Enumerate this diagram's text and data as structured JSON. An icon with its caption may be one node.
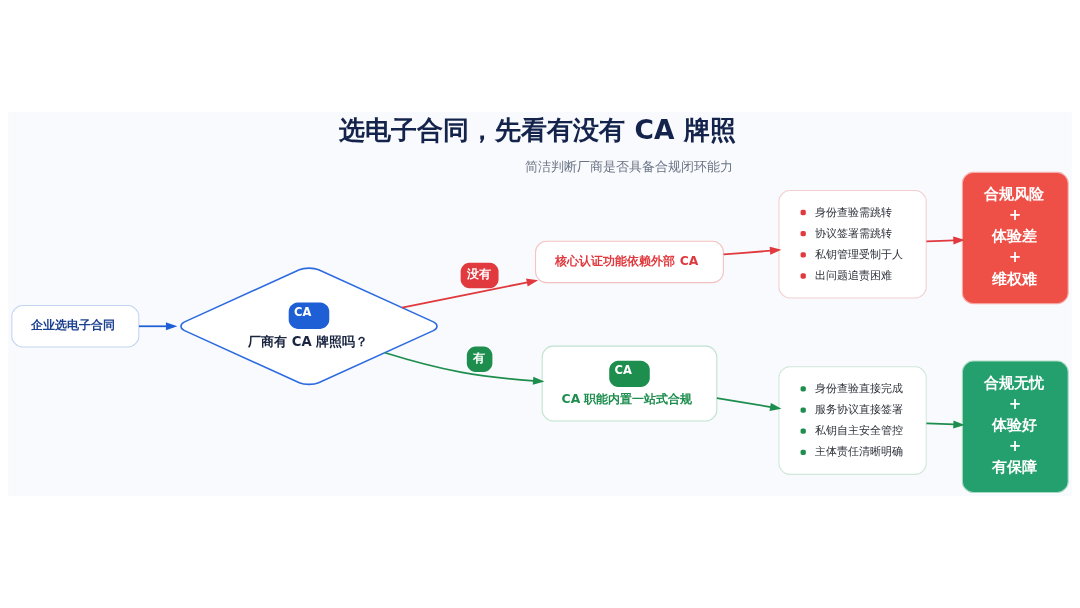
{
  "diagram": {
    "title": "选电子合同，先看有没有 CA 牌照",
    "nodes": [
      {
        "text": [
          "企业选电子合同"
        ]
      },
      {
        "text": [
          "CA",
          "厂商有 CA 牌照吗？"
        ]
      },
      {
        "text": [
          "核心认证功能依赖外部 CA"
        ]
      },
      {
        "text": [
          "身份查验需跳转",
          "协议签署需跳转",
          "私钥管理受制于人",
          "出问题追责困难"
        ]
      },
      {
        "text": [
          "合规风险",
          "+",
          "体验差",
          "+",
          "维权难"
        ]
      },
      {
        "text": [
          "CA",
          "CA 职能内置一站式合规"
        ]
      },
      {
        "text": [
          "身份查验直接完成",
          "服务协议直接签署",
          "私钥自主安全管控",
          "主体责任清晰明确"
        ]
      },
      {
        "text": [
          "合规无忧",
          "+",
          "体验好",
          "+",
          "有保障"
        ]
      }
    ],
    "edges": [
      {
        "from": 0,
        "to": 1,
        "arrow": "to",
        "color": "#1f5fd6"
      },
      {
        "from": 1,
        "to": 2,
        "arrow": "to",
        "label": "没有",
        "color": "#e0393e"
      },
      {
        "from": 2,
        "to": 3,
        "arrow": "to",
        "color": "#e0393e"
      },
      {
        "from": 3,
        "to": 4,
        "arrow": "to",
        "color": "#e0393e"
      },
      {
        "from": 1,
        "to": 5,
        "arrow": "to",
        "label": "有",
        "color": "#1e8e4e"
      },
      {
        "from": 5,
        "to": 6,
        "arrow": "to",
        "color": "#1e8e4e"
      },
      {
        "from": 6,
        "to": 7,
        "arrow": "to",
        "color": "#1e8e4e"
      }
    ],
    "labels": [
      "简洁判断厂商是否具备合规闭环能力"
    ]
  }
}
